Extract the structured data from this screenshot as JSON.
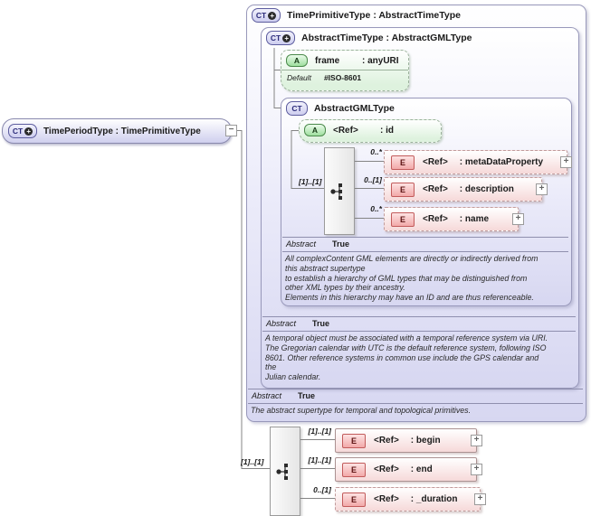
{
  "glyphs": {
    "plus": "+",
    "minus": "−"
  },
  "root_element": {
    "badge": "CT",
    "label": "TimePeriodType : TimePrimitiveType"
  },
  "boxes": {
    "time_primitive": {
      "badge": "CT",
      "title": "TimePrimitiveType : AbstractTimeType",
      "abstract_label": "Abstract",
      "abstract_value": "True",
      "annotation": "The abstract supertype for temporal and topological primitives."
    },
    "abstract_time": {
      "badge": "CT",
      "title": "AbstractTimeType : AbstractGMLType",
      "abstract_label": "Abstract",
      "abstract_value": "True",
      "annotation": "A temporal object must be associated with a temporal reference system via URI.\nThe Gregorian calendar with UTC is the default reference system, following ISO\n8601. Other reference systems in common use include the GPS calendar and\nthe\nJulian calendar."
    },
    "abstract_gml": {
      "badge": "CT",
      "title": "AbstractGMLType",
      "abstract_label": "Abstract",
      "abstract_value": "True",
      "annotation": "All complexContent GML elements are directly or indirectly derived from\nthis abstract supertype\nto establish a hierarchy of GML types that may be distinguished from\nother XML types by their ancestry.\nElements in this hierarchy may have an ID and are thus referenceable."
    }
  },
  "attributes": {
    "frame": {
      "badge": "A",
      "name": "frame",
      "type": ": anyURI",
      "default_label": "Default",
      "default_value": "#ISO-8601"
    },
    "id": {
      "badge": "A",
      "name": "<Ref>",
      "type": ": id"
    }
  },
  "gml_sequence": {
    "occurrence": "[1]..[1]",
    "items": [
      {
        "badge": "E",
        "occurrence": "0..*",
        "name": "<Ref>",
        "type": ": metaDataProperty"
      },
      {
        "badge": "E",
        "occurrence": "0..[1]",
        "name": "<Ref>",
        "type": ": description"
      },
      {
        "badge": "E",
        "occurrence": "0..*",
        "name": "<Ref>",
        "type": ": name"
      }
    ]
  },
  "period_sequence": {
    "occurrence": "[1]..[1]",
    "items": [
      {
        "badge": "E",
        "occurrence": "[1]..[1]",
        "name": "<Ref>",
        "type": ": begin"
      },
      {
        "badge": "E",
        "occurrence": "[1]..[1]",
        "name": "<Ref>",
        "type": ": end"
      },
      {
        "badge": "E",
        "occurrence": "0..[1]",
        "name": "<Ref>",
        "type": ": _duration"
      }
    ]
  },
  "colors": {
    "complex_type_fill": "#d7d7f1",
    "attribute_fill": "#def2de",
    "element_fill": "#f6d9d9",
    "wire": "#848484"
  }
}
